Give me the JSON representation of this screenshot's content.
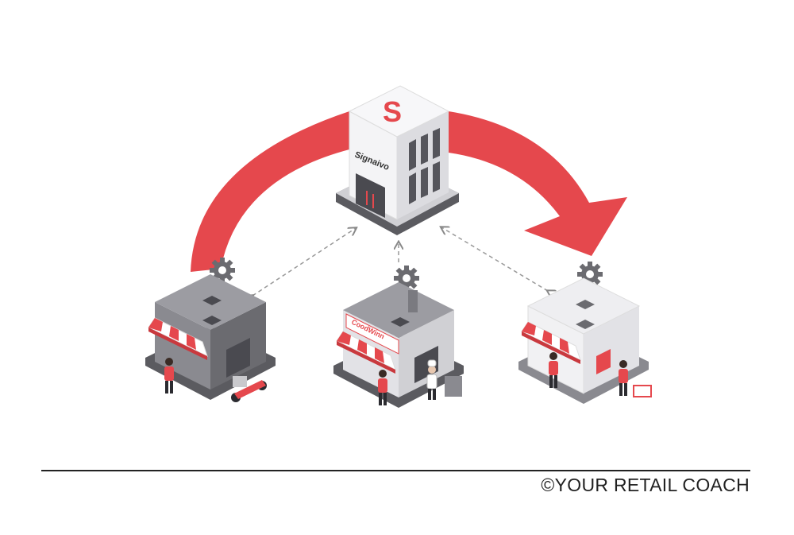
{
  "hub": {
    "logo_letter": "S",
    "sign": "Signaivo"
  },
  "stores": [
    {
      "name": "delivery-store"
    },
    {
      "name": "restaurant-store",
      "sign": "CoodWinn"
    },
    {
      "name": "retail-store"
    }
  ],
  "footer": {
    "credit": "©YOUR RETAIL COACH"
  },
  "colors": {
    "accent": "#e5484d",
    "dark_gray": "#6b6b70",
    "light_gray": "#e9e9ec"
  }
}
